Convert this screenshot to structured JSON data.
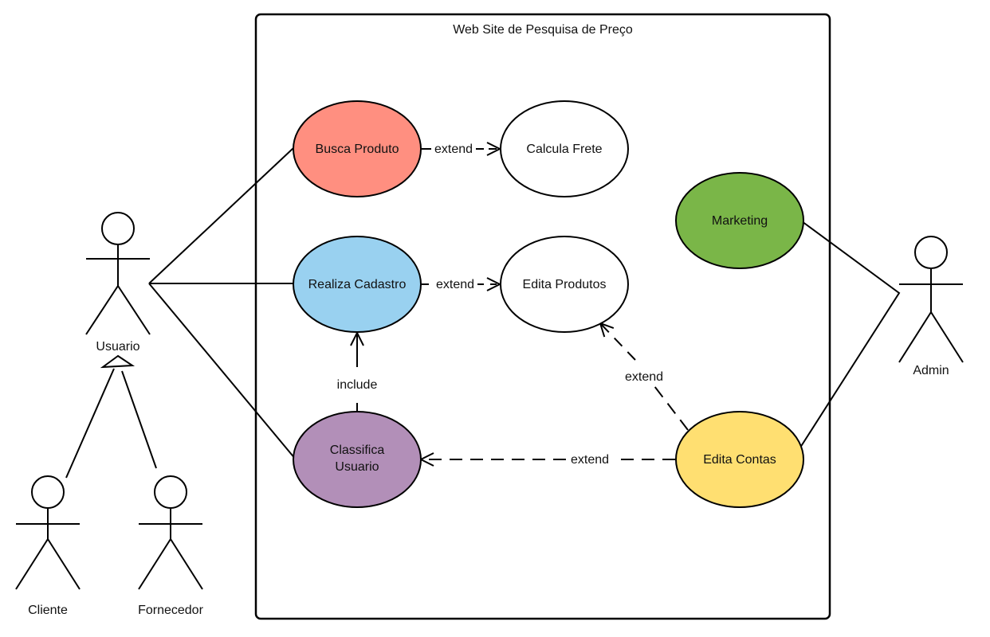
{
  "system": {
    "title": "Web Site de Pesquisa de Preço"
  },
  "actors": {
    "usuario": {
      "label": "Usuario"
    },
    "cliente": {
      "label": "Cliente"
    },
    "fornecedor": {
      "label": "Fornecedor"
    },
    "admin": {
      "label": "Admin"
    }
  },
  "use_cases": {
    "busca_produto": {
      "label": "Busca Produto",
      "color": "#FF8F80"
    },
    "calcula_frete": {
      "label": "Calcula Frete",
      "color": "#FFFFFF"
    },
    "realiza_cadastro": {
      "label": "Realiza Cadastro",
      "color": "#99D1F0"
    },
    "edita_produtos": {
      "label": "Edita Produtos",
      "color": "#FFFFFF"
    },
    "classifica_usuario": {
      "label_line1": "Classifica",
      "label_line2": "Usuario",
      "color": "#B28FB8"
    },
    "marketing": {
      "label": "Marketing",
      "color": "#7AB648"
    },
    "edita_contas": {
      "label": "Edita Contas",
      "color": "#FFDF71"
    }
  },
  "relations": {
    "busca_to_frete": {
      "label": "extend"
    },
    "cadastro_to_produtos": {
      "label": "extend"
    },
    "classifica_to_cadastro": {
      "label": "include"
    },
    "contas_to_produtos": {
      "label": "extend"
    },
    "contas_to_classifica": {
      "label": "extend"
    }
  }
}
